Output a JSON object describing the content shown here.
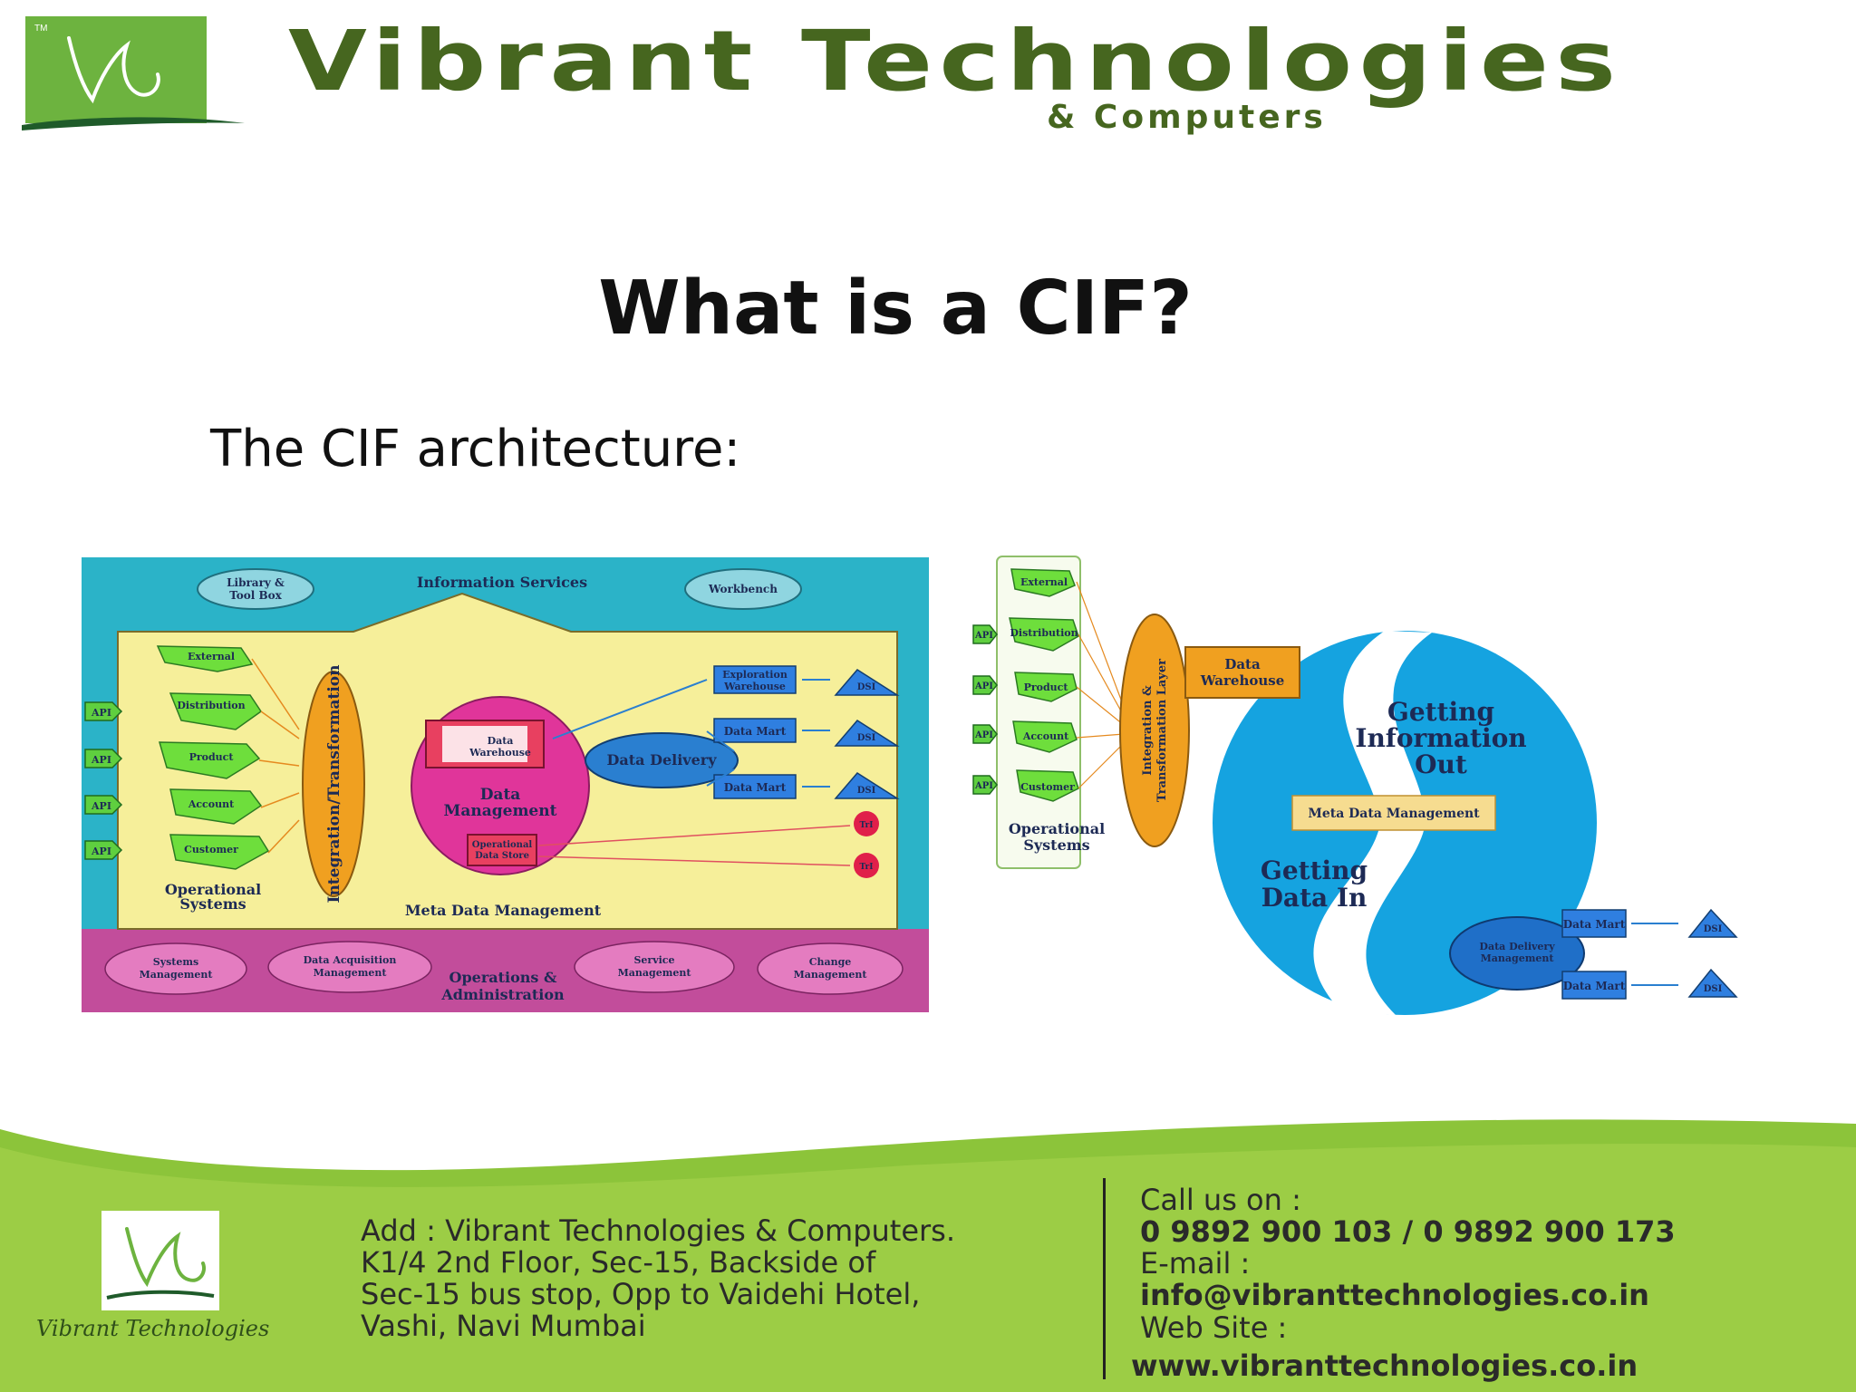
{
  "header": {
    "brand_name": "Vibrant Technologies",
    "brand_sub": "& Computers",
    "logo_mark": "TM"
  },
  "slide": {
    "title": "What is a CIF?",
    "subtitle": "The CIF architecture:"
  },
  "diagram_left": {
    "information_services": "Information Services",
    "library_line1": "Library &",
    "library_line2": "Tool Box",
    "workbench": "Workbench",
    "api": "API",
    "op_sources": [
      "External",
      "Distribution",
      "Product",
      "Account",
      "Customer"
    ],
    "operational_systems_1": "Operational",
    "operational_systems_2": "Systems",
    "integration": "Integration/Transformation",
    "dw_line1": "Data",
    "dw_line2": "Warehouse",
    "dm_line1": "Data",
    "dm_line2": "Management",
    "ods_line1": "Operational",
    "ods_line2": "Data Store",
    "data_delivery": "Data Delivery",
    "exploration_line1": "Exploration",
    "exploration_line2": "Warehouse",
    "data_mart": "Data Mart",
    "dsi": "DSI",
    "tx": "TrI",
    "meta": "Meta Data Management",
    "bottom_items": [
      [
        "Systems",
        "Management"
      ],
      [
        "Data Acquisition",
        "Management"
      ],
      [
        "Service",
        "Management"
      ],
      [
        "Change",
        "Management"
      ]
    ],
    "ops_line1": "Operations &",
    "ops_line2": "Administration"
  },
  "diagram_right": {
    "sources": [
      "External",
      "Distribution",
      "Product",
      "Account",
      "Customer"
    ],
    "api": "API",
    "op_1": "Operational",
    "op_2": "Systems",
    "layer_1": "Integration &",
    "layer_2": "Transformation Layer",
    "dw_1": "Data",
    "dw_2": "Warehouse",
    "out_1": "Getting",
    "out_2": "Information",
    "out_3": "Out",
    "meta": "Meta Data Management",
    "in_1": "Getting",
    "in_2": "Data In",
    "dd_1": "Data Delivery",
    "dd_2": "Management",
    "data_mart": "Data Mart",
    "dsi": "DSI"
  },
  "footer": {
    "logo_text": "Vibrant Technologies",
    "address": [
      "Add : Vibrant Technologies & Computers.",
      "K1/4 2nd Floor, Sec-15, Backside of",
      "Sec-15 bus stop, Opp to Vaidehi Hotel,",
      "Vashi, Navi Mumbai"
    ],
    "call_label": "Call us on :",
    "phones": "0 9892 900 103 /  0 9892 900 173",
    "email_label": "E-mail :",
    "email": "info@vibranttechnologies.co.in",
    "web_label": " Web Site :",
    "web": "www.vibranttechnologies.co.in"
  }
}
